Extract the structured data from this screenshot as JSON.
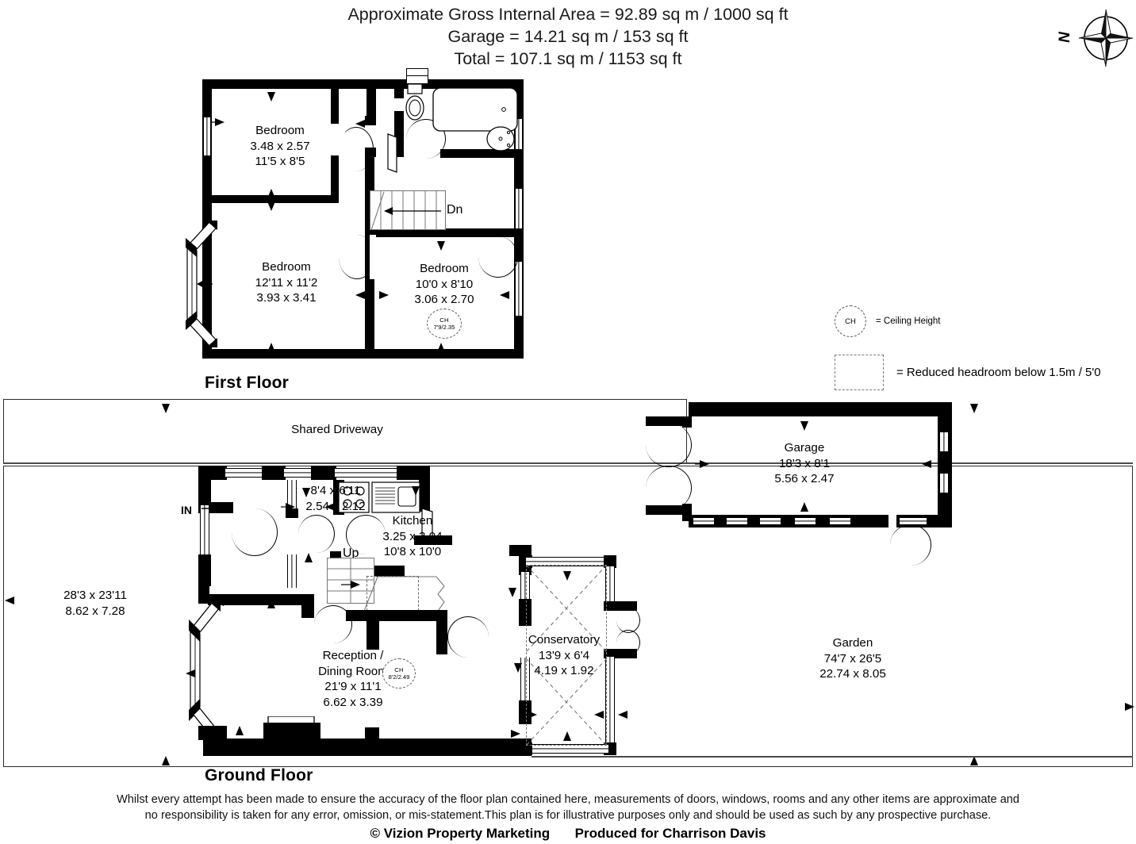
{
  "header": {
    "line1": "Approximate Gross Internal Area = 92.89 sq m / 1000 sq ft",
    "line2": "Garage = 14.21 sq m / 153 sq ft",
    "line3": "Total = 107.1 sq m / 1153 sq ft"
  },
  "compass": {
    "north_label": "N"
  },
  "floors": {
    "first": {
      "title": "First Floor"
    },
    "ground": {
      "title": "Ground Floor"
    }
  },
  "first_floor": {
    "bedroom1": {
      "name": "Bedroom",
      "metric": "3.48 x 2.57",
      "imperial": "11'5 x 8'5"
    },
    "bedroom2": {
      "name": "Bedroom",
      "imperial": "12'11 x 11'2",
      "metric": "3.93 x 3.41"
    },
    "bedroom3": {
      "name": "Bedroom",
      "imperial": "10'0 x 8'10",
      "metric": "3.06 x 2.70",
      "ch_label": "CH",
      "ch_value": "7'9/2.35"
    },
    "stairs_label": "Dn"
  },
  "ground_floor": {
    "shared_driveway": {
      "label": "Shared Driveway"
    },
    "front_plot": {
      "imperial": "28'3 x 23'11",
      "metric": "8.62 x 7.28"
    },
    "entrance": {
      "label": "IN"
    },
    "hall": {
      "imperial": "8'4 x 6'11",
      "metric": "2.54 x 2.12"
    },
    "kitchen": {
      "name": "Kitchen",
      "metric": "3.25 x 3.04",
      "imperial": "10'8 x 10'0"
    },
    "stairs_label": "Up",
    "reception": {
      "name_line1": "Reception /",
      "name_line2": "Dining Room",
      "imperial": "21'9 x 11'1",
      "metric": "6.62 x 3.39",
      "ch_label": "CH",
      "ch_value": "8'2/2.49"
    },
    "conservatory": {
      "name": "Conservatory",
      "imperial": "13'9 x 6'4",
      "metric": "4.19 x 1.92"
    },
    "garage": {
      "name": "Garage",
      "imperial": "18'3 x 8'1",
      "metric": "5.56 x 2.47"
    },
    "garden": {
      "name": "Garden",
      "imperial": "74'7 x 26'5",
      "metric": "22.74 x 8.05"
    }
  },
  "legend": {
    "ch_symbol": "CH",
    "ch_text": "= Ceiling Height",
    "reduced_headroom_text": "= Reduced headroom below 1.5m / 5'0"
  },
  "footer": {
    "disclaimer_line1": "Whilst every attempt has been made to ensure the accuracy of the floor plan contained here, measurements of doors, windows, rooms and any other items are approximate and",
    "disclaimer_line2": "no responsibility is taken for any error, omission, or mis-statement.This plan is for illustrative purposes only and should be used as such by any prospective purchase.",
    "copyright": "© Vizion Property Marketing",
    "produced_for": "Produced for Charrison Davis"
  },
  "colors": {
    "wall": "#000000",
    "background": "#ffffff",
    "dashed": "#777777",
    "text": "#000000"
  }
}
